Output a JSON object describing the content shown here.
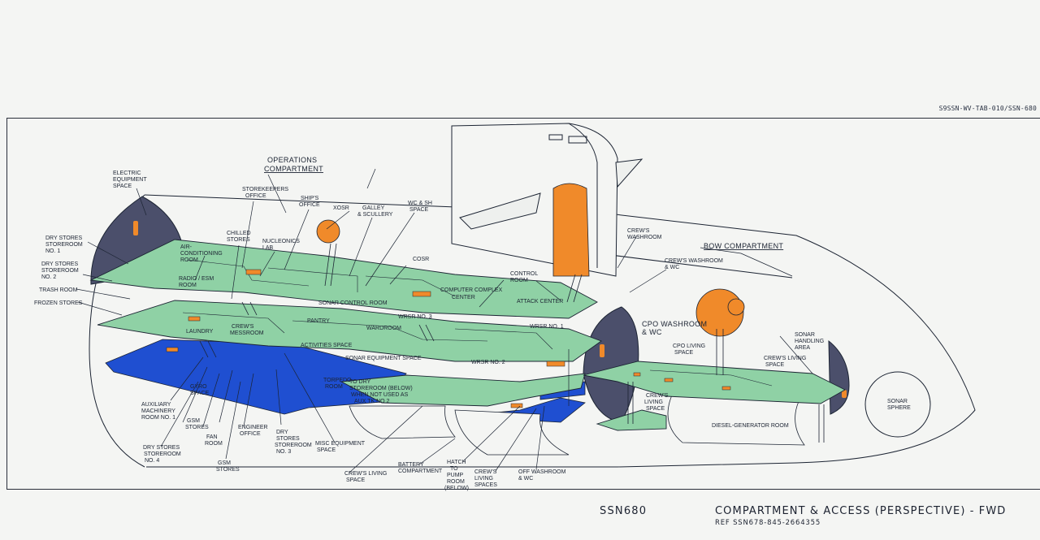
{
  "reference_code": "S9SSN-WV-TAB-010/SSN-680",
  "title_block": {
    "hull": "SSN680",
    "title": "COMPARTMENT & ACCESS (PERSPECTIVE) - FWD",
    "ref": "REF  SSN678-845-2664355"
  },
  "compartments": {
    "operations_line1": "OPERATIONS",
    "operations_line2": "COMPARTMENT",
    "bow": "BOW COMPARTMENT"
  },
  "labels": {
    "electric_1": "ELECTRIC",
    "electric_2": "EQUIPMENT",
    "electric_3": "SPACE",
    "ds1_1": "DRY STORES",
    "ds1_2": "STOREROOM",
    "ds1_3": "NO. 1",
    "ds2_1": "DRY STORES",
    "ds2_2": "STOREROOM",
    "ds2_3": "NO. 2",
    "trash": "TRASH ROOM",
    "frozen": "FROZEN STORES",
    "storekeepers_1": "STOREKEEPERS",
    "storekeepers_2": "OFFICE",
    "ships_1": "SHIP'S",
    "ships_2": "OFFICE",
    "xosr": "XOSR",
    "galley_1": "GALLEY",
    "galley_2": "& SCULLERY",
    "wcsh_1": "WC & SH",
    "wcsh_2": "SPACE",
    "chilled_1": "CHILLED",
    "chilled_2": "STORES",
    "air_1": "AIR-",
    "air_2": "CONDITIONING",
    "air_3": "ROOM",
    "nucleonics_1": "NUCLEONICS",
    "nucleonics_2": "LAB",
    "cosr": "COSR",
    "radio_1": "RADIO / ESM",
    "radio_2": "ROOM",
    "control_1": "CONTROL",
    "control_2": "ROOM",
    "computer_1": "COMPUTER COMPLEX",
    "computer_2": "CENTER",
    "sonar_control": "SONAR CONTROL ROOM",
    "attack": "ATTACK CENTER",
    "wrsr3": "WRSR NO. 3",
    "pantry": "PANTRY",
    "wardroom": "WARDROOM",
    "wrsr1": "WRSR NO. 1",
    "laundry": "LAUNDRY",
    "crews_mess_1": "CREW'S",
    "crews_mess_2": "MESSROOM",
    "activities": "ACTIVITIES SPACE",
    "sonar_equipment": "SONAR EQUIPMENT SPACE",
    "wrsr2": "WRSR NO. 2",
    "torpedo_1": "TORPEDO",
    "torpedo_2": "ROOM",
    "to_dry_1": "TO DRY",
    "to_dry_2": "STOREROOM (BELOW)",
    "to_dry_3": "WHEN NOT USED AS",
    "to_dry_4": "AUX TK NO 2",
    "crews_washroom_top_1": "CREW'S",
    "crews_washroom_top_2": "WASHROOM",
    "crews_washroom_wc_1": "CREW'S WASHROOM",
    "crews_washroom_wc_2": "& WC",
    "cpo_washroom_1": "CPO WASHROOM",
    "cpo_washroom_2": "& WC",
    "cpo_living_1": "CPO LIVING",
    "cpo_living_2": "SPACE",
    "sonar_handling_1": "SONAR",
    "sonar_handling_2": "HANDLING",
    "sonar_handling_3": "AREA",
    "crews_living_r_1": "CREW'S LIVING",
    "crews_living_r_2": "SPACE",
    "crews_living_low_1": "CREW'S",
    "crews_living_low_2": "LIVING",
    "crews_living_low_3": "SPACE",
    "diesel": "DIESEL-GENERATOR ROOM",
    "sonar_sphere_1": "SONAR",
    "sonar_sphere_2": "SPHERE",
    "gyro_1": "GYRO",
    "gyro_2": "SPACE",
    "aux_1": "AUXILIARY",
    "aux_2": "MACHINERY",
    "aux_3": "ROOM NO. 1",
    "gsm_1": "GSM",
    "gsm_2": "STORES",
    "fan_1": "FAN",
    "fan_2": "ROOM",
    "engineer_1": "ENGINEER",
    "engineer_2": "OFFICE",
    "ds3_1": "DRY",
    "ds3_2": "STORES",
    "ds3_3": "STOREROOM",
    "ds3_4": "NO. 3",
    "misc_1": "MISC EQUIPMENT",
    "misc_2": "SPACE",
    "ds4_1": "DRY STORES",
    "ds4_2": "STOREROOM",
    "ds4_3": "NO. 4",
    "gsm2_1": "GSM",
    "gsm2_2": "STORES",
    "crews_living_bottom_1": "CREW'S LIVING",
    "crews_living_bottom_2": "SPACE",
    "battery_1": "BATTERY",
    "battery_2": "COMPARTMENT",
    "hatch_1": "HATCH",
    "hatch_2": "TO",
    "hatch_3": "PUMP",
    "hatch_4": "ROOM",
    "hatch_5": "(BELOW)",
    "crews_living_spaces_1": "CREW'S",
    "crews_living_spaces_2": "LIVING",
    "crews_living_spaces_3": "SPACES",
    "off_washroom_1": "OFF WASHROOM",
    "off_washroom_2": "& WC"
  },
  "colors": {
    "deck_green": "#8fd1a5",
    "lower_blue": "#1f4fd1",
    "bulkhead_navy": "#4b4f6b",
    "hatch_orange": "#f08a2a",
    "line": "#1c2433"
  }
}
